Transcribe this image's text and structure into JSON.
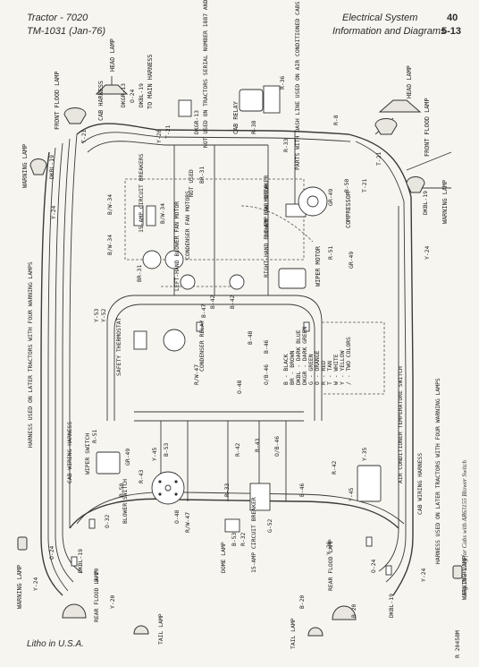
{
  "header": {
    "left_line1": "Tractor - 7020",
    "left_line2": "TM-1031  (Jan-76)",
    "right_line1": "Electrical System",
    "right_line2": "Information and Diagrams",
    "page_top": "40",
    "page_bottom": "5-13"
  },
  "footer": {
    "litho": "Litho in U.S.A."
  },
  "figure": {
    "caption": "Fig. 11-Wiring for Cabs with AR63155 Blower Switch",
    "ref": "R 20458M"
  },
  "labels": {
    "head_lamp_l": "HEAD LAMP",
    "head_lamp_r": "HEAD LAMP",
    "cab_harness": "CAB HARNESS",
    "to_main_harness": "TO MAIN HARNESS",
    "front_flood_lamp_l": "FRONT FLOOD LAMP",
    "front_flood_lamp_r": "FRONT FLOOD LAMP",
    "warning_lamp_tl": "WARNING LAMP",
    "warning_lamp_tr": "WARNING LAMP",
    "warning_lamp_bl": "WARNING LAMP",
    "warning_lamp_br": "WARNING LAMP",
    "not_used_serial": "NOT USED ON TRACTORS SERIAL NUMBER 1887 AND AFTER",
    "cab_relay": "CAB RELAY",
    "parts_with_dash": "PARTS WITH DASH LINE USED ON AIR CONDITIONED CABS",
    "circuit_breakers_15": "15-AMP CIRCUIT BREAKERS",
    "not_used": "NOT USED",
    "cab_breaker_30": "30-AMP CAB BREAKER",
    "compressor": "COMPRESSOR",
    "wiper_motor": "WIPER MOTOR",
    "condenser_fan_motors": "CONDENSER FAN MOTORS",
    "lh_blower_fan_motor": "LEFT-HAND BLOWER FAN MOTOR",
    "rh_blower_fan_motor": "RIGHT-HAND BLOWER FAN MOTOR",
    "condenser_relay": "CONDENSER RELAY",
    "safety_thermostat": "SAFETY THERMOSTAT",
    "harness_note_l": "HARNESS USED ON LATER TRACTORS WITH FOUR WARNING LAMPS",
    "harness_note_r": "HARNESS USED ON LATER TRACTORS WITH FOUR WARNING LAMPS",
    "cab_wiring_harness_l": "CAB WIRING HARNESS",
    "cab_wiring_harness_r": "CAB WIRING HARNESS",
    "wiper_switch": "WIPER SWITCH",
    "blower_switch": "BLOWER SWITCH",
    "dome_lamp": "DOME LAMP",
    "circuit_breaker_15": "15-AMP CIRCUIT BREAKER",
    "ac_temp_switch": "AIR CONDITIONER TEMPERATURE SWITCH",
    "rear_flood_lamp_l": "REAR FLOOD LAMP",
    "rear_flood_lamp_r": "REAR FLOOD LAMP",
    "tail_lamp_l": "TAIL LAMP",
    "tail_lamp_r": "TAIL LAMP"
  },
  "legend": [
    "B  - BLACK",
    "BR - BROWN",
    "DKBL - DARK BLUE",
    "DKGR - DARK GREEN",
    "G  - GREEN",
    "O  - ORANGE",
    "R  - RED",
    "T  - TAN",
    "W  - WHITE",
    "Y  - YELLOW",
    "/  - TWO COLORS"
  ],
  "wires": {
    "t21a": "T-21",
    "dkgr13a": "DKGR-13",
    "o24a": "O-24",
    "dkbl19a": "DKBL-19",
    "y20a": "Y-20",
    "t21b": "T-21",
    "r33a": "R-33",
    "dkgr13b": "DKGR-13",
    "r8": "R-8",
    "r38": "R-38",
    "dkbl19b": "DKBL-19",
    "b34": "B/W-34",
    "b34b": "B/W-34",
    "br31": "BR-31",
    "br31b": "BR-31",
    "y24a": "Y-24",
    "y53": "Y-53",
    "y52": "Y-52",
    "b47": "B-47",
    "b42": "B-42",
    "o48": "O-48",
    "rw47": "R/W-47",
    "o48b": "O-48",
    "b48": "B-48",
    "b46": "B-46",
    "ob46": "O/B-46",
    "b50": "B-50",
    "t21c": "T-21",
    "gr49": "GR-49",
    "r51": "R-51",
    "y24b": "Y-24",
    "dkbl19c": "DKBL-19",
    "b50b": "B-50",
    "r51b": "R-51",
    "gr49b": "GR-49",
    "y45": "Y-45",
    "b53": "B-53",
    "r43": "R-43",
    "r42": "R-42",
    "r43b": "R-43",
    "ob46b": "O/B-46",
    "r42b": "R-42",
    "y35": "Y-35",
    "b46b": "B-46",
    "y45b": "Y-45",
    "o32": "O-32",
    "o48c": "O-48",
    "rw47b": "R/W-47",
    "r33b": "R-33",
    "b53b": "B-53",
    "r32": "R-32",
    "g52": "G-52",
    "o24b": "O-24",
    "y24c": "Y-24",
    "dkbl19d": "DKBL-19",
    "y20b": "Y-20",
    "b20a": "B-20",
    "b20b": "B-20",
    "y20c": "Y-20",
    "o24c": "O-24",
    "y24d": "Y-24",
    "dkbl19e": "DKBL-19",
    "b20c": "B-20",
    "r36": "R-36",
    "gr49c": "GR-49",
    "t21d": "T-21"
  }
}
